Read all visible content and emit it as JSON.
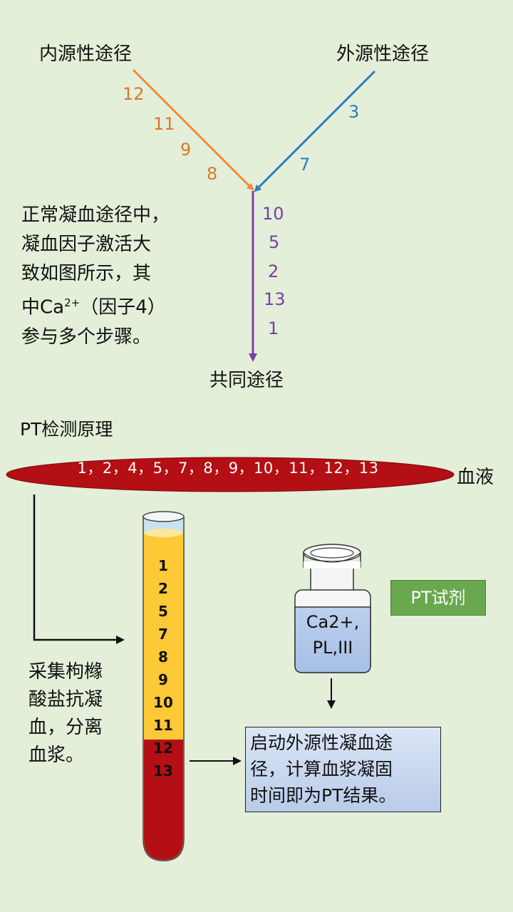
{
  "pathways": {
    "intrinsic_label": "内源性途径",
    "extrinsic_label": "外源性途径",
    "common_label": "共同途径",
    "intrinsic_factors": [
      "12",
      "11",
      "9",
      "8"
    ],
    "extrinsic_factors": [
      "3",
      "7"
    ],
    "common_factors": [
      "10",
      "5",
      "2",
      "13",
      "1"
    ],
    "colors": {
      "intrinsic": "#f08a3c",
      "extrinsic": "#2a7fc0",
      "common": "#7a3fa6"
    }
  },
  "description": {
    "line1": "正常凝血途径中，",
    "line2": "凝血因子激活大",
    "line3": "致如图所示，其",
    "line4_prefix": "中Ca",
    "line4_sup": "2+",
    "line4_suffix": "（因子4）",
    "line5": "参与多个步骤。"
  },
  "pt_section": {
    "title": "PT检测原理",
    "blood_factors": "1，2，4，5，7，8，9，10，11，12，13",
    "blood_label": "血液",
    "tube_factors": [
      "1",
      "2",
      "5",
      "7",
      "8",
      "9",
      "10",
      "11",
      "12",
      "13"
    ],
    "collect_line1": "采集枸橼",
    "collect_line2": "酸盐抗凝",
    "collect_line3": "血，分离",
    "collect_line4": "血浆。",
    "reagent_label": "PT试剂",
    "bottle_line1": "Ca2+,",
    "bottle_line2": "PL,III",
    "result_line1": "启动外源性凝血途",
    "result_line2": "径，计算血浆凝固",
    "result_line3": "时间即为PT结果。",
    "colors": {
      "blood": "#b40f14",
      "plasma": "#fdc937",
      "reagent_box": "#6aa84f"
    }
  }
}
